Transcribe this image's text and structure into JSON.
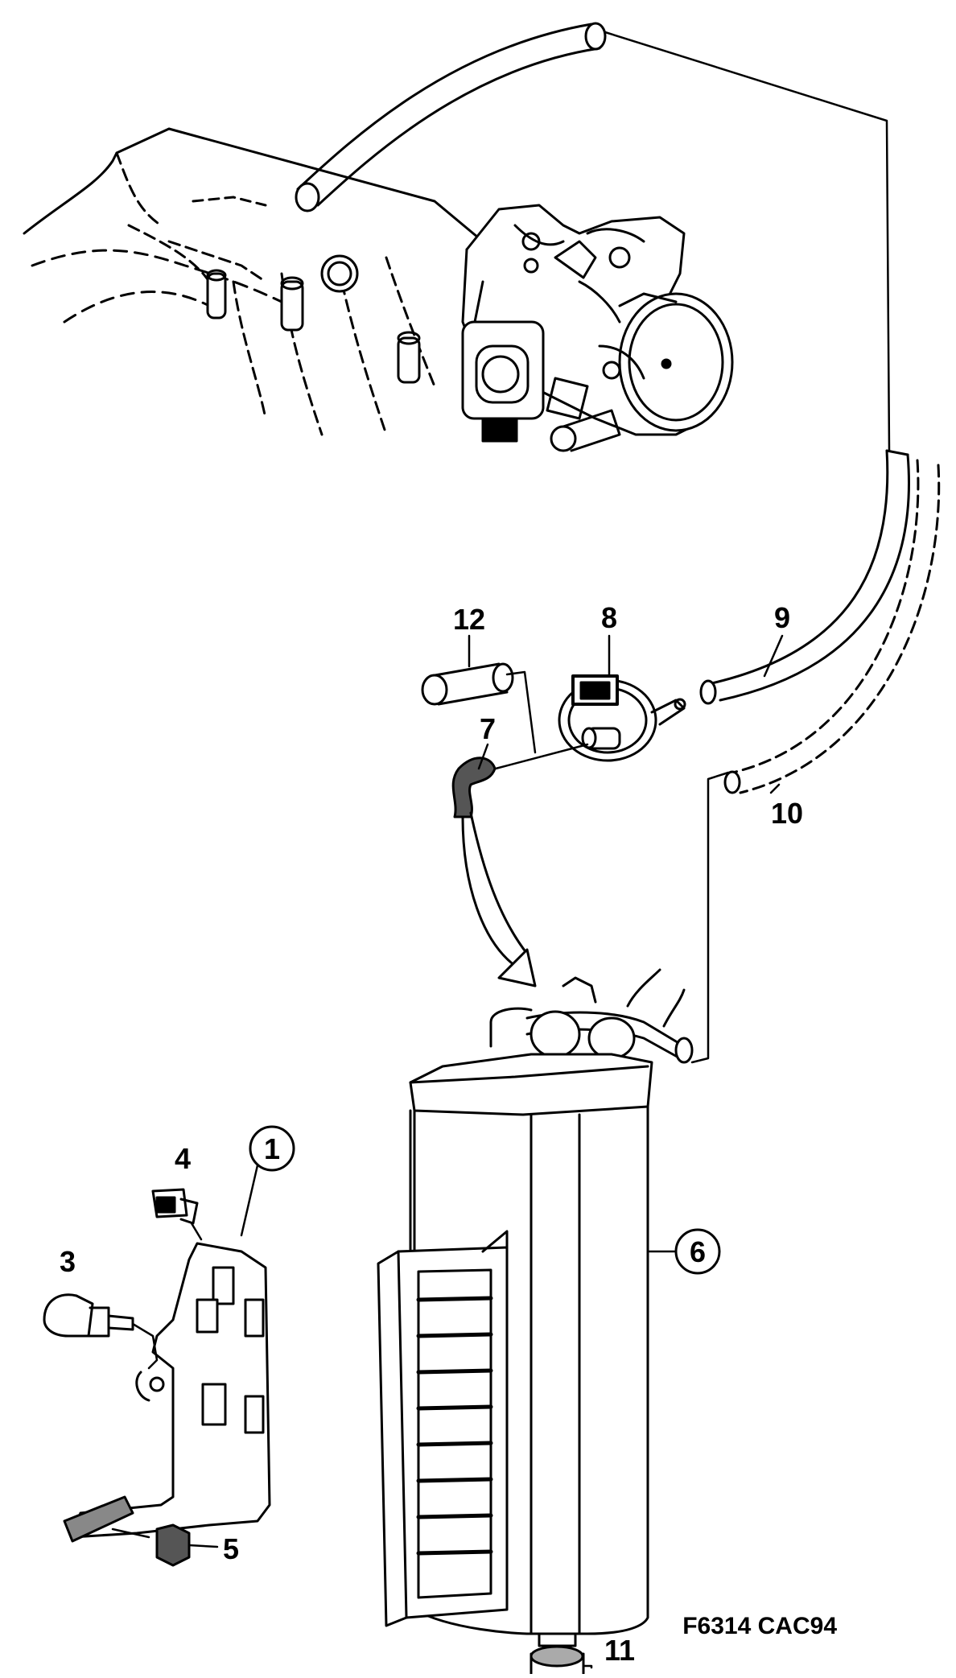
{
  "diagram": {
    "code": "F6314 CAC94",
    "labels": {
      "p1": "1",
      "p3": "3",
      "p4": "4",
      "p5": "5",
      "p6": "6",
      "p7": "7",
      "p8": "8",
      "p9": "9",
      "p10": "10",
      "p11": "11",
      "p12": "12"
    },
    "colors": {
      "ink": "#000000",
      "paper": "#ffffff",
      "shade": "#d8d8d8"
    }
  }
}
